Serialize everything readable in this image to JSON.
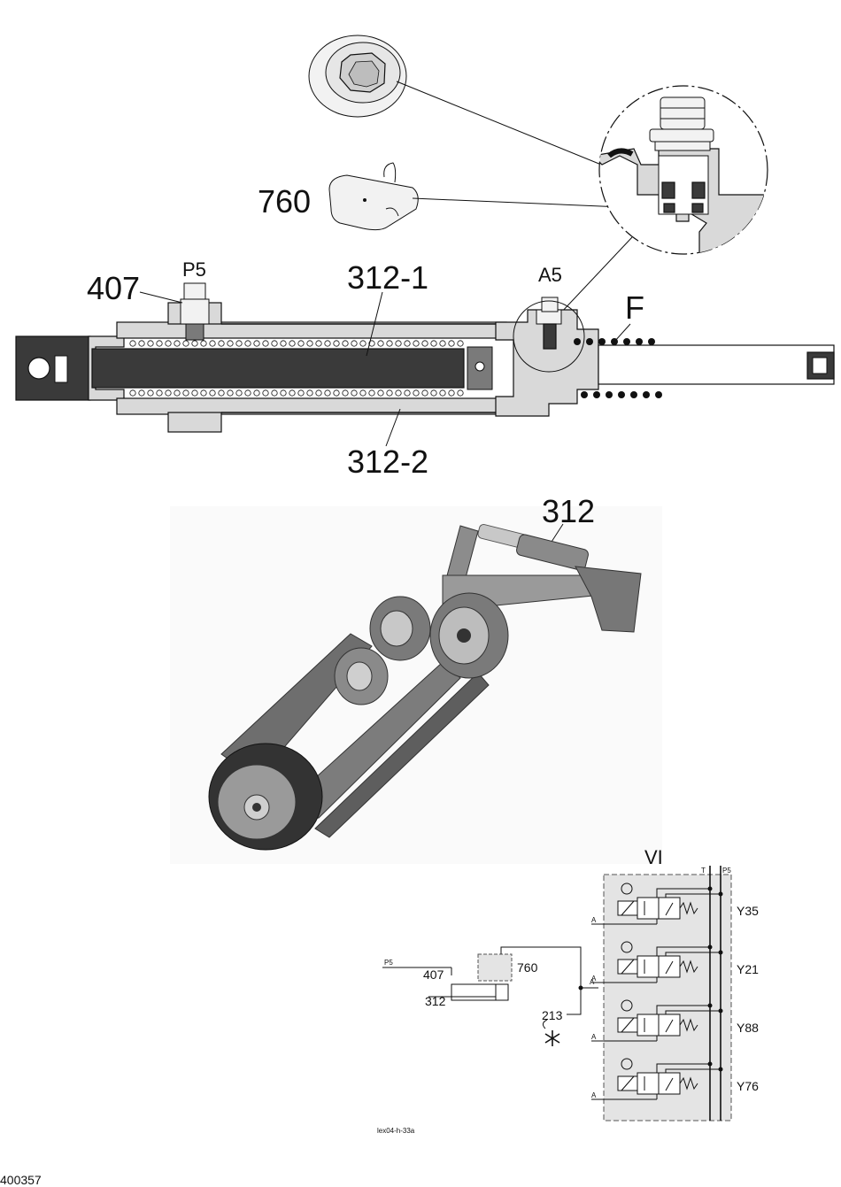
{
  "section_view": {
    "label_760": "760",
    "label_407": "407",
    "label_p5": "P5",
    "label_312_1": "312-1",
    "label_a5": "A5",
    "label_f": "F",
    "label_312_2": "312-2"
  },
  "render_view": {
    "label_312": "312"
  },
  "hydraulic_schematic": {
    "block_title": "VI",
    "port_t": "T",
    "port_p5": "P5",
    "label_p5": "P5",
    "label_407": "407",
    "label_312": "312",
    "label_760": "760",
    "label_213": "213",
    "port_a": "A",
    "valves": [
      {
        "code": "Y35",
        "symbol": "feeder-icon"
      },
      {
        "code": "Y21",
        "symbol": "gear-wheel-icon"
      },
      {
        "code": "Y88",
        "symbol": "wedge-icon"
      },
      {
        "code": "Y76",
        "symbol": "spray-icon"
      }
    ]
  },
  "figure_code": "lex04-h-33a",
  "page_id": "400357"
}
